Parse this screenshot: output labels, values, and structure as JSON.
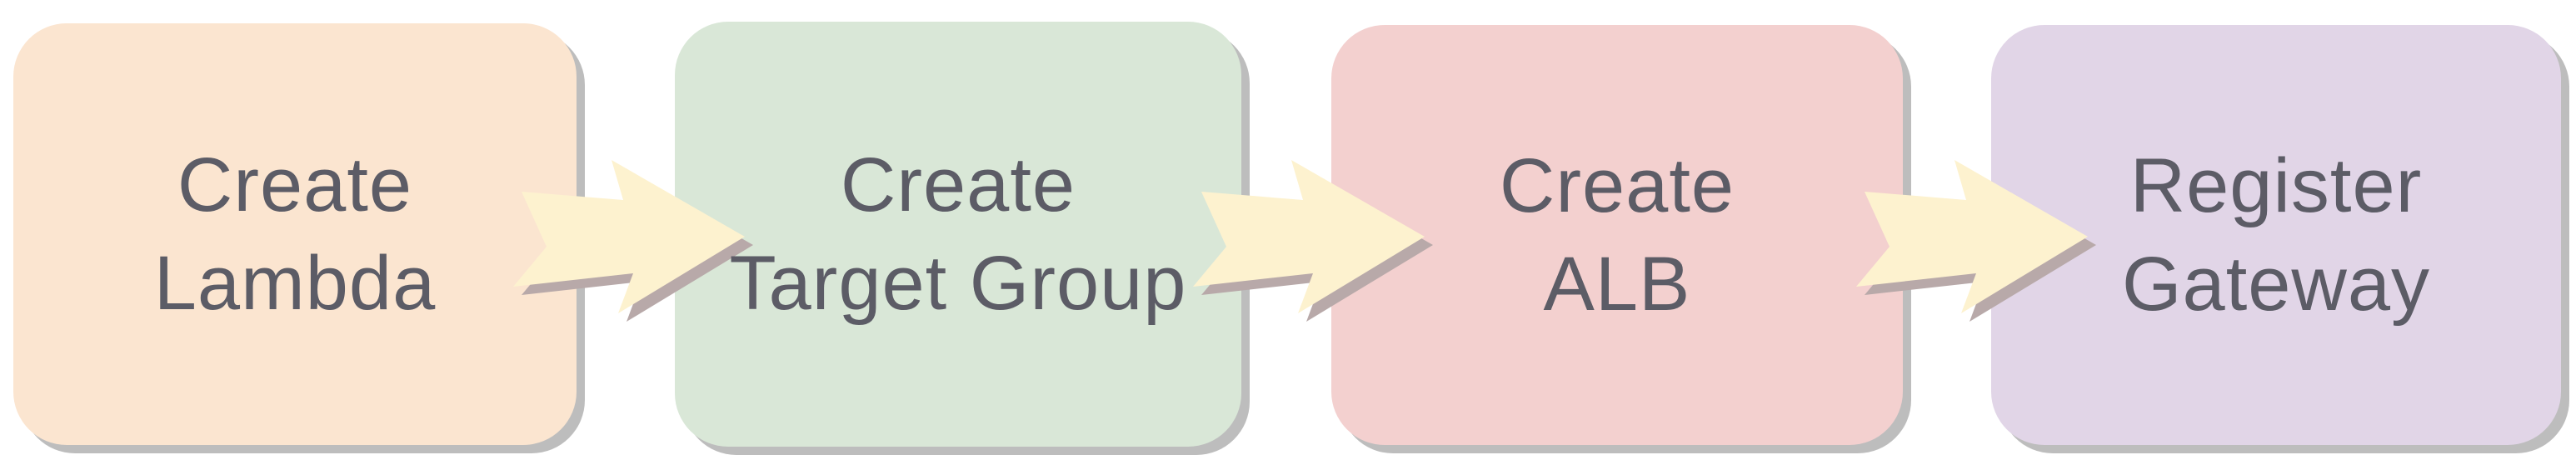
{
  "colors": {
    "text": "#5c5c66",
    "arrow_fill": "#fdf2cf",
    "arrow_shadow": "#b8a9a9",
    "box_shadow": "#bdbdbd"
  },
  "steps": [
    {
      "line1": "Create",
      "line2": "Lambda",
      "color": "#fbe5d0"
    },
    {
      "line1": "Create",
      "line2": "Target Group",
      "color": "#d9e7d7"
    },
    {
      "line1": "Create",
      "line2": "ALB",
      "color": "#f3d0cf"
    },
    {
      "line1": "Register",
      "line2": "Gateway",
      "color": "#e1d5e7"
    }
  ],
  "connectors": [
    {
      "from": "Lambda",
      "to": "Target Group",
      "icon": "chevron-arrow-icon"
    },
    {
      "from": "Target Group",
      "to": "ALB",
      "icon": "chevron-arrow-icon"
    },
    {
      "from": "ALB",
      "to": "Gateway",
      "icon": "chevron-arrow-icon"
    }
  ]
}
